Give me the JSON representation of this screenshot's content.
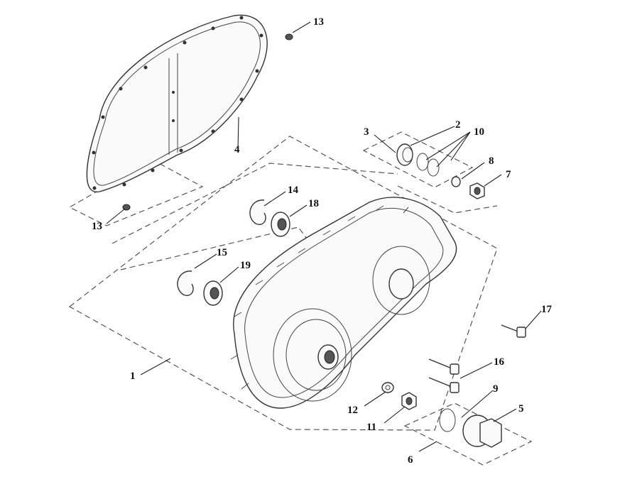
{
  "diagram": {
    "callouts": [
      {
        "id": "c1",
        "label": "1"
      },
      {
        "id": "c2",
        "label": "2"
      },
      {
        "id": "c3",
        "label": "3"
      },
      {
        "id": "c4",
        "label": "4"
      },
      {
        "id": "c5",
        "label": "5"
      },
      {
        "id": "c6",
        "label": "6"
      },
      {
        "id": "c7",
        "label": "7"
      },
      {
        "id": "c8",
        "label": "8"
      },
      {
        "id": "c9",
        "label": "9"
      },
      {
        "id": "c10",
        "label": "10"
      },
      {
        "id": "c11",
        "label": "11"
      },
      {
        "id": "c12",
        "label": "12"
      },
      {
        "id": "c13a",
        "label": "13"
      },
      {
        "id": "c13b",
        "label": "13"
      },
      {
        "id": "c14",
        "label": "14"
      },
      {
        "id": "c15",
        "label": "15"
      },
      {
        "id": "c16",
        "label": "16"
      },
      {
        "id": "c17",
        "label": "17"
      },
      {
        "id": "c18",
        "label": "18"
      },
      {
        "id": "c19",
        "label": "19"
      }
    ]
  }
}
